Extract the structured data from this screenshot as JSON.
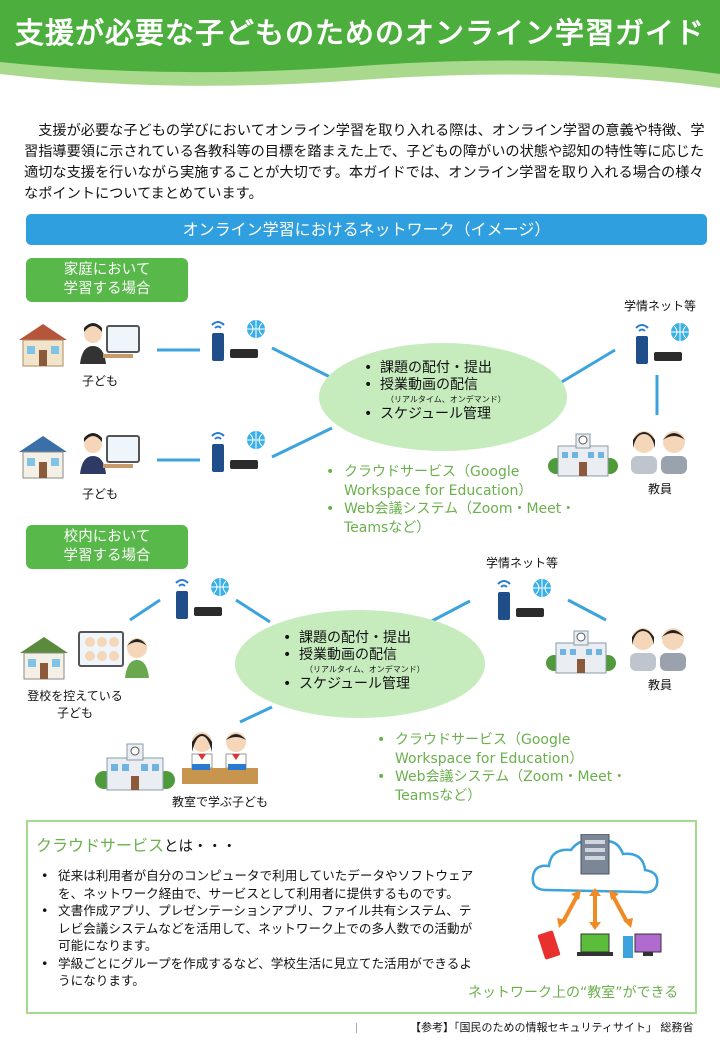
{
  "header": {
    "title": "支援が必要な子どものためのオンライン学習ガイド",
    "colors": {
      "green_dark": "#4cae3c",
      "green_light": "#a8d98d"
    }
  },
  "intro": {
    "text": "支援が必要な子どもの学びにおいてオンライン学習を取り入れる際は、オンライン学習の意義や特徴、学習指導要領に示されている各教科等の目標を踏まえた上で、子どもの障がいの状態や認知の特性等に応じた適切な支援を行いながら実施することが大切です。本ガイドでは、オンライン学習を取り入れる場合の様々なポイントについてまとめています。"
  },
  "network_banner": {
    "label": "オンライン学習におけるネットワーク（イメージ）",
    "color": "#2f9fdf"
  },
  "home_section": {
    "label_line1": "家庭において",
    "label_line2": "学習する場合",
    "child1_caption": "子ども",
    "child2_caption": "子ども",
    "school_net_caption": "学情ネット等",
    "teachers_caption": "教員",
    "ellipse": {
      "item1": "課題の配付・提出",
      "item2": "授業動画の配信",
      "item2_sub": "（リアルタイム、オンデマンド）",
      "item3": "スケジュール管理"
    },
    "services": {
      "item1": "クラウドサービス（Google Workspace for Education）",
      "item2": "Web会議システム（Zoom・Meet・Teamsなど）"
    }
  },
  "school_section": {
    "label_line1": "校内において",
    "label_line2": "学習する場合",
    "remote_child_caption_line1": "登校を控えている",
    "remote_child_caption_line2": "子ども",
    "classroom_caption": "教室で学ぶ子ども",
    "school_net_caption": "学情ネット等",
    "teachers_caption": "教員",
    "ellipse": {
      "item1": "課題の配付・提出",
      "item2": "授業動画の配信",
      "item2_sub": "（リアルタイム、オンデマンド）",
      "item3": "スケジュール管理"
    },
    "services": {
      "item1": "クラウドサービス（Google Workspace for Education）",
      "item2": "Web会議システム（Zoom・Meet・Teamsなど）"
    }
  },
  "cloud_box": {
    "title_highlight": "クラウドサービス",
    "title_rest": "とは・・・",
    "items": [
      "従来は利用者が自分のコンピュータで利用していたデータやソフトウェアを、ネットワーク経由で、サービスとして利用者に提供するものです。",
      "文書作成アプリ、プレゼンテーションアプリ、ファイル共有システム、テレビ会議システムなどを活用して、ネットワーク上での多人数での活動が可能になります。",
      "学級ごとにグループを作成するなど、学校生活に見立てた活用ができるようになります。"
    ],
    "caption": "ネットワーク上の“教室”ができる"
  },
  "reference": "【参考】「国民のための情報セキュリティサイト」 総務省"
}
